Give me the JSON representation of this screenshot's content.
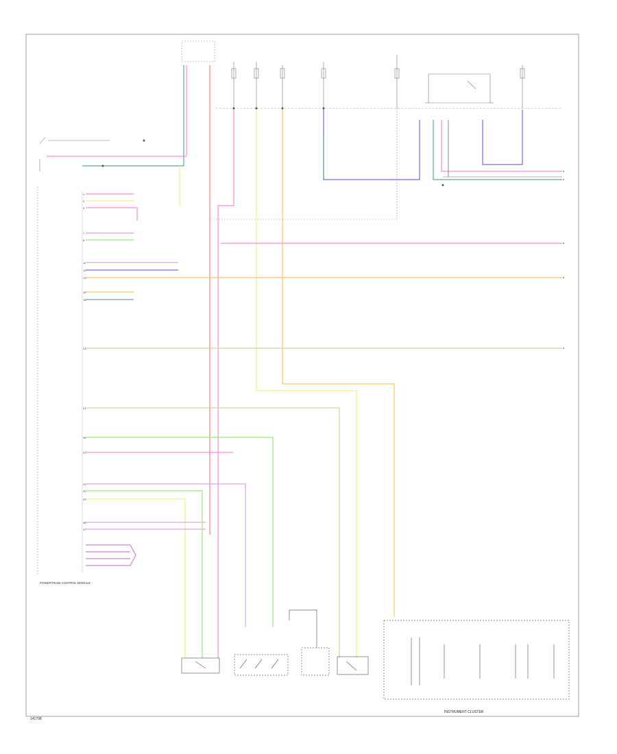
{
  "diagram": {
    "footer_code": "141798",
    "ecm_label": "POWERTRAIN CONTROL MODULE",
    "cluster_label": "INSTRUMENT CLUSTER",
    "wire_colors": {
      "pink": "#ff8ad8",
      "red": "#ff7a7a",
      "yellow": "#f4f07a",
      "orange": "#f7c75a",
      "green": "#9ee77a",
      "blue": "#6a6aff",
      "teal": "#5aa7a7",
      "purple": "#d9a8e6",
      "tan": "#d8d0a0",
      "grey": "#9a9a9a"
    }
  }
}
